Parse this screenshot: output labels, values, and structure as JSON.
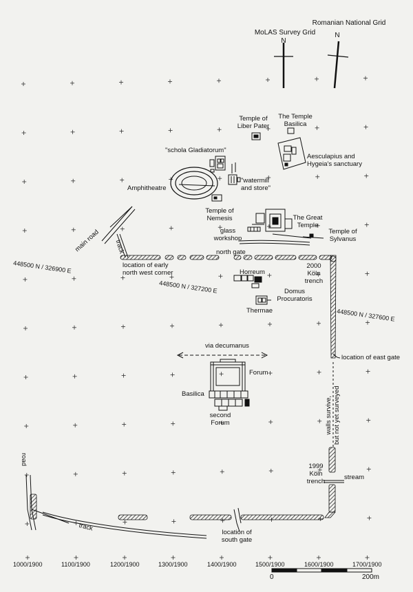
{
  "north_arrows": {
    "molas": {
      "title": "MoLAS Survey Grid",
      "n": "N"
    },
    "romanian": {
      "title": "Romanian National Grid",
      "n": "N"
    }
  },
  "labels": {
    "temple_liber_pater": "Temple of\nLiber Pater",
    "temple_basilica": "The Temple\nBasilica",
    "schola": "\"schola Gladiatorum\"",
    "aesculapius": "Aesculapius and\nHygeia's sanctuary",
    "amphitheatre": "Amphitheatre",
    "watermill": "\"watermill\nand store\"",
    "temple_nemesis": "Temple of\nNemesis",
    "great_temple": "The Great\nTemple",
    "glass_workshop": "glass\nworkshop",
    "temple_sylvanus": "Temple of\nSylvanus",
    "main_road": "main road",
    "track_north": "track",
    "north_gate": "north gate",
    "early_nw_corner": "location of early\nnorth west corner",
    "koln_2000": "2000\nKöln\ntrench",
    "horreum": "Horreum",
    "domus": "Domus\nProcuratoris",
    "thermae": "Thermae",
    "via_decumanus": "via decumanus",
    "east_gate": "location of east gate",
    "forum": "Forum",
    "basilica": "Basilica",
    "second_forum": "second\nForum",
    "walls_survive": "walls survive,\nbut not yet surveyed",
    "road_sw": "road",
    "koln_1999": "1999\nKöln\ntrench",
    "stream": "stream",
    "track_south": "track",
    "south_gate": "location of\nsouth gate"
  },
  "coords": {
    "nw": "448500 N / 326900 E",
    "center": "448500 N / 327200 E",
    "east": "448500 N / 327600 E"
  },
  "grid_x_labels": [
    "1000/1900",
    "1100/1900",
    "1200/1900",
    "1300/1900",
    "1400/1900",
    "1500/1900",
    "1600/1900",
    "1700/1900"
  ],
  "scale": {
    "start": "0",
    "end": "200m"
  }
}
